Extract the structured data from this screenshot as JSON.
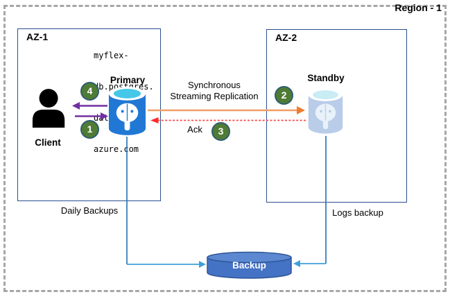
{
  "region": {
    "label": "Region - 1"
  },
  "zones": {
    "az1": {
      "label": "AZ-1"
    },
    "az2": {
      "label": "AZ-2"
    }
  },
  "nodes": {
    "client": {
      "label": "Client"
    },
    "primary": {
      "label": "Primary",
      "hostname_lines": [
        "myflex-",
        "db.postgres.",
        "database.",
        "azure.com"
      ]
    },
    "standby": {
      "label": "Standby"
    },
    "backup": {
      "label": "Backup"
    }
  },
  "flows": {
    "replication": {
      "line1": "Synchronous",
      "line2": "Streaming Replication"
    },
    "ack": {
      "label": "Ack"
    },
    "daily": {
      "label": "Daily Backups"
    },
    "logs": {
      "label": "Logs backup"
    }
  },
  "steps": [
    "1",
    "2",
    "3",
    "4"
  ],
  "colors": {
    "region_border": "#a6a6a6",
    "az_border": "#2a4f8f",
    "purple": "#7030a0",
    "orange_line": "#f09d66",
    "orange_head": "#ed7d31",
    "red": "#ff4545",
    "red_head": "#ff2b2b",
    "blue_dark": "#2e75b6",
    "blue_light": "#3f9fdb",
    "green_badge": "#4f7b35",
    "badge_border": "#2e5d71",
    "primary_body": "#2178d4",
    "primary_top": "#45c8e8",
    "standby_body": "#b9cde9",
    "standby_top": "#c9ecf5",
    "elephant_white": "#ffffff",
    "standby_elephant": "#e9f1fa",
    "backup_body": "#4472c4",
    "backup_top": "#5b88d0",
    "backup_stroke": "#2f5597"
  }
}
